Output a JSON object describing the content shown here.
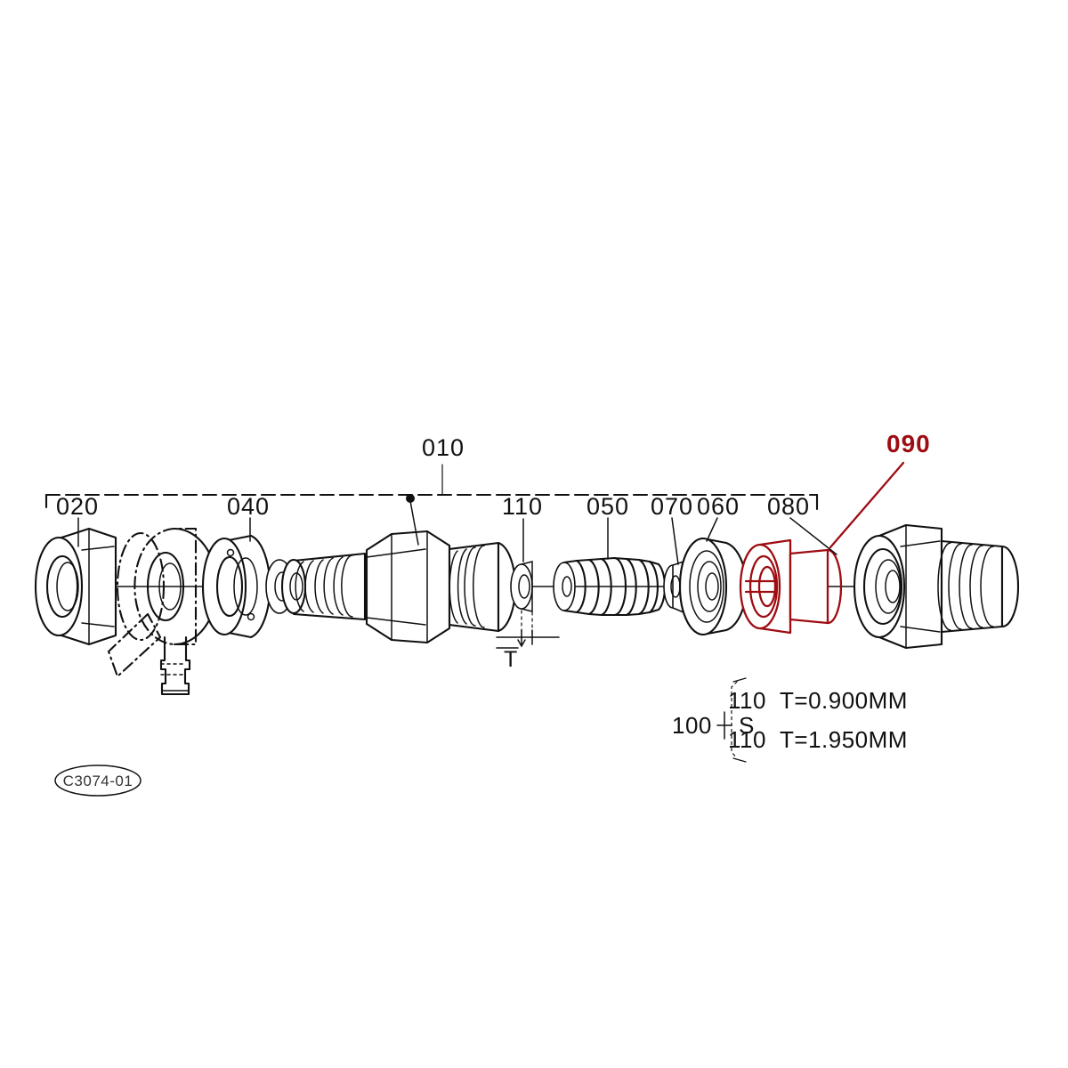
{
  "diagram": {
    "title": "Exploded parts diagram",
    "drawing_code": "C3074-01",
    "background_color": "#ffffff",
    "line_color": "#111111",
    "highlight_color": "#9e0c12",
    "assembly_label": "010",
    "callouts": [
      {
        "id": "010",
        "label": "010",
        "highlighted": false,
        "note": "assembly bracket"
      },
      {
        "id": "020",
        "label": "020",
        "highlighted": false,
        "note": "hex nut"
      },
      {
        "id": "040",
        "label": "040",
        "highlighted": false,
        "note": "washer"
      },
      {
        "id": "110",
        "label": "110",
        "highlighted": false,
        "note": "shim washer"
      },
      {
        "id": "050",
        "label": "050",
        "highlighted": false,
        "note": "coil spring"
      },
      {
        "id": "070",
        "label": "070",
        "highlighted": false,
        "note": "valve"
      },
      {
        "id": "060",
        "label": "060",
        "highlighted": false,
        "note": "valve seat"
      },
      {
        "id": "080",
        "label": "080",
        "highlighted": true,
        "note": "plunger"
      },
      {
        "id": "090",
        "label": "090",
        "highlighted": true,
        "note": "hex body fitting"
      }
    ],
    "thickness_marker": "T",
    "spec_block": {
      "group_label": "100",
      "range_symbol": "S",
      "rows": [
        {
          "part": "110",
          "spec": "T=0.900MM"
        },
        {
          "part": "110",
          "spec": "T=1.950MM"
        }
      ]
    }
  }
}
